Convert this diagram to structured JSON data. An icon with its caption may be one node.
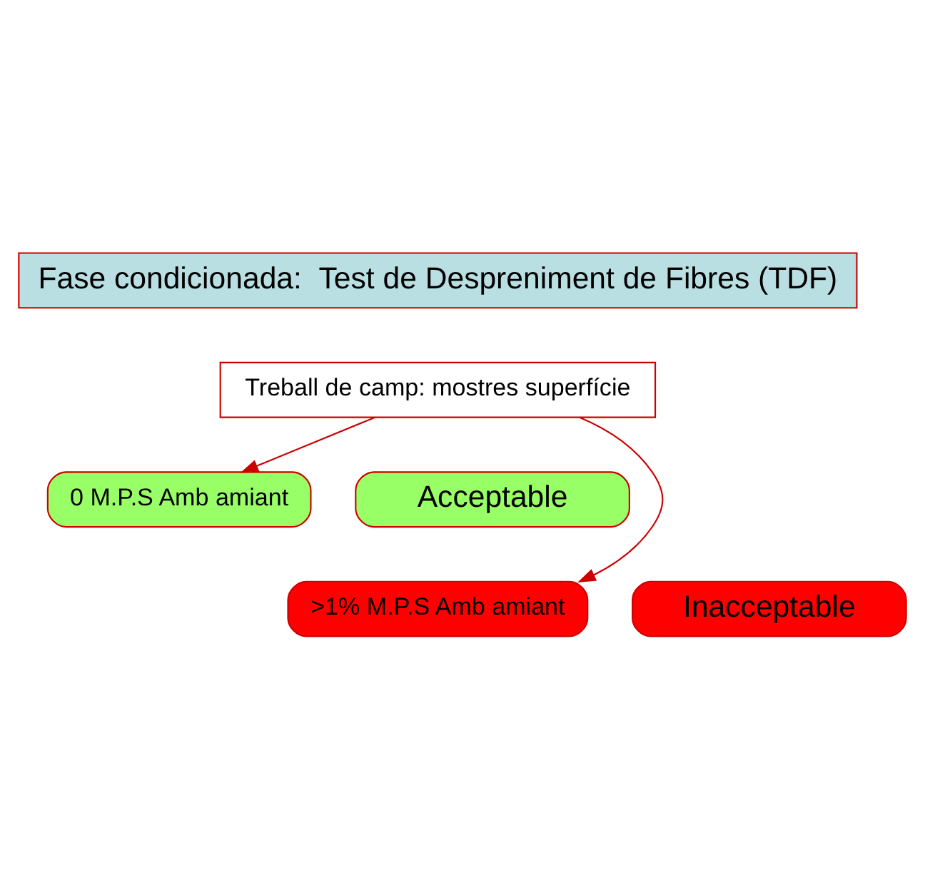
{
  "diagram": {
    "nodes": [
      {
        "text": [
          "Fase condicionada:  Test de Despreniment de Fibres (TDF)"
        ]
      },
      {
        "text": [
          "Treball de camp: mostres superfície"
        ]
      },
      {
        "text": [
          "0 M.P.S Amb amiant"
        ]
      },
      {
        "text": [
          "Acceptable"
        ]
      },
      {
        "text": [
          ">1% M.P.S Amb amiant"
        ]
      },
      {
        "text": [
          "Inacceptable"
        ]
      }
    ],
    "edges": [
      {
        "from": 1,
        "to": 2,
        "arrow": "to"
      },
      {
        "from": 1,
        "to": 4,
        "arrow": "to"
      }
    ]
  }
}
